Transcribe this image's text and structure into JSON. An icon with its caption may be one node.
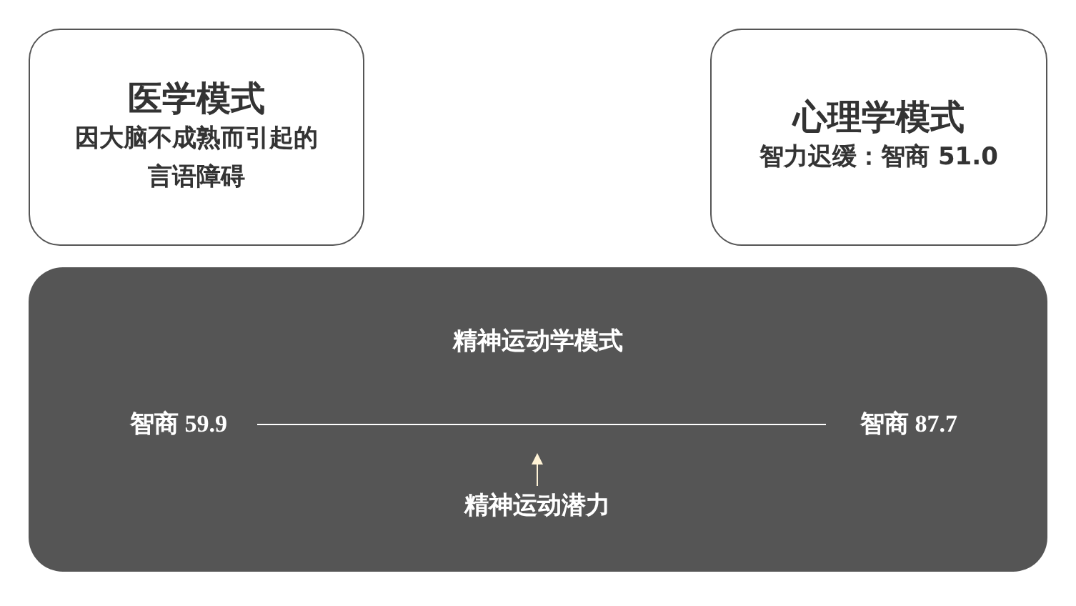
{
  "diagram": {
    "nodes": [
      {
        "text": [
          "医学模式",
          "因大脑不成熟而引起的言语障碍"
        ]
      },
      {
        "text": [
          "心理学模式",
          "智力迟缓：智商 51.0"
        ]
      },
      {
        "text": [
          "精神运动学模式"
        ]
      },
      {
        "text": [
          "智商 59.9"
        ],
        "in": 2
      },
      {
        "text": [
          "智商 87.7"
        ],
        "in": 2
      },
      {
        "text": [
          "精神运动潜力"
        ],
        "in": 2
      }
    ],
    "edges": [
      {
        "from": 3,
        "to": 4,
        "arrow": "none"
      },
      {
        "from": 5,
        "to": null,
        "arrow": "to",
        "color": "#fff3d6"
      }
    ]
  }
}
